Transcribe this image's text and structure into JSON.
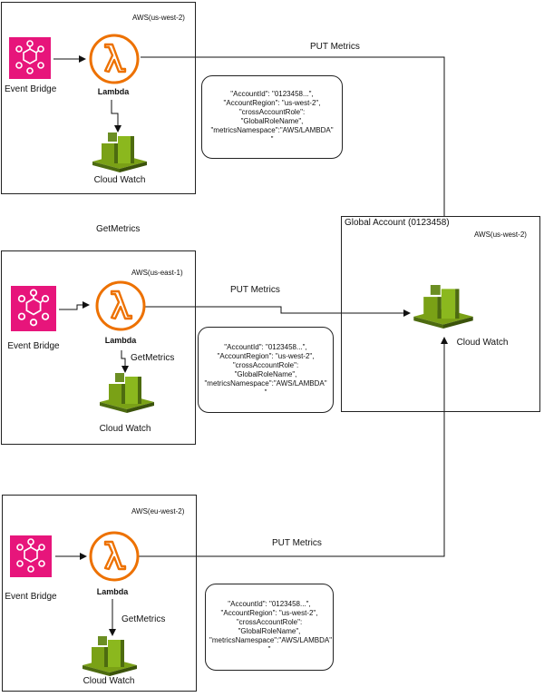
{
  "regions": [
    {
      "label": "AWS(us-west-2)",
      "eventbridge": "Event Bridge",
      "lambda": "Lambda",
      "cloudwatch": "Cloud Watch",
      "getmetrics": "",
      "put_label": "PUT Metrics",
      "payload": [
        "\"AccountId\": \"0123458...\",",
        "\"AccountRegion\": \"us-west-2\",",
        "\"crossAccountRole\":",
        "\"GlobalRoleName\",",
        "\"metricsNamespace\":\"AWS/LAMBDA\"",
        "\""
      ]
    },
    {
      "label": "AWS(us-east-1)",
      "eventbridge": "Event Bridge",
      "lambda": "Lambda",
      "cloudwatch": "Cloud Watch",
      "getmetrics": "GetMetrics",
      "put_label": "PUT Metrics",
      "payload": [
        "\"AccountId\": \"0123458...\",",
        "\"AccountRegion\": \"us-west-2\",",
        "\"crossAccountRole\":",
        "\"GlobalRoleName\",",
        "\"metricsNamespace\":\"AWS/LAMBDA\"",
        "\""
      ]
    },
    {
      "label": "AWS(eu-west-2)",
      "eventbridge": "Event Bridge",
      "lambda": "Lambda",
      "cloudwatch": "Cloud Watch",
      "getmetrics": "GetMetrics",
      "put_label": "PUT Metrics",
      "payload": [
        "\"AccountId\": \"0123458...\",",
        "\"AccountRegion\": \"us-west-2\",",
        "\"crossAccountRole\":",
        "\"GlobalRoleName\",",
        "\"metricsNamespace\":\"AWS/LAMBDA\"",
        "\""
      ]
    }
  ],
  "floating_getmetrics": "GetMetrics",
  "global": {
    "title": "Global Account (0123458)",
    "region": "AWS(us-west-2)",
    "cloudwatch": "Cloud Watch"
  },
  "colors": {
    "eventbridge": "#e7157b",
    "lambda": "#ed7100",
    "cloudwatch": "#6b8e23",
    "line": "#111111"
  }
}
